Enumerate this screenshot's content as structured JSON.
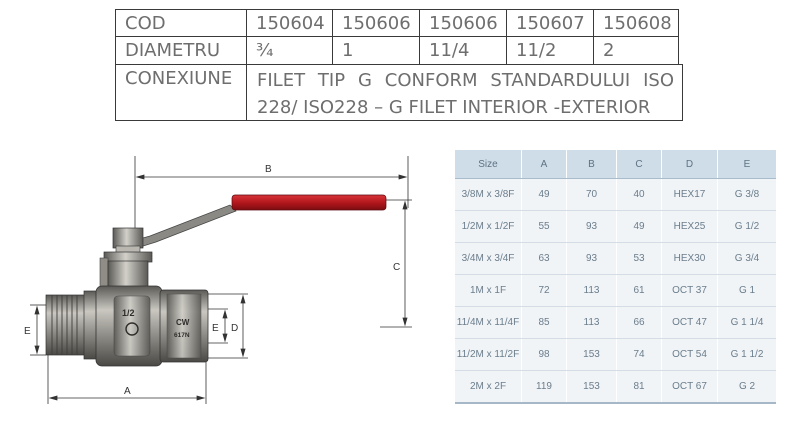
{
  "spec_table": {
    "cod_label": "COD",
    "codes": [
      "150604",
      "150606",
      "150606",
      "150607",
      "150608"
    ],
    "diametru_label": "DIAMETRU",
    "diameters": [
      "¾",
      "1",
      "11/4",
      "11/2",
      "2"
    ],
    "conexiune_label": "CONEXIUNE",
    "conexiune_line1": [
      "FILET",
      "TIP",
      "G",
      "CONFORM",
      "STANDARDULUI",
      "ISO"
    ],
    "conexiune_line2": "228/ ISO228 – G FILET INTERIOR -EXTERIOR"
  },
  "drawing": {
    "dim_labels": {
      "A": "A",
      "B": "B",
      "C": "C",
      "D": "D",
      "E_left": "E",
      "E_right": "E"
    },
    "body_marks": {
      "size": "1/2",
      "brand": "CW",
      "code": "617N"
    },
    "handle_color": "#b3171d",
    "body_color": "#8e8c85"
  },
  "size_table": {
    "headers": [
      "Size",
      "A",
      "B",
      "C",
      "D",
      "E"
    ],
    "rows": [
      [
        "3/8M x 3/8F",
        "49",
        "70",
        "40",
        "HEX17",
        "G 3/8"
      ],
      [
        "1/2M x 1/2F",
        "55",
        "93",
        "49",
        "HEX25",
        "G 1/2"
      ],
      [
        "3/4M x 3/4F",
        "63",
        "93",
        "53",
        "HEX30",
        "G 3/4"
      ],
      [
        "1M x 1F",
        "72",
        "113",
        "61",
        "OCT 37",
        "G 1"
      ],
      [
        "11/4M x 11/4F",
        "85",
        "113",
        "66",
        "OCT 47",
        "G 1 1/4"
      ],
      [
        "11/2M x 11/2F",
        "98",
        "153",
        "74",
        "OCT 54",
        "G 1 1/2"
      ],
      [
        "2M x 2F",
        "119",
        "153",
        "81",
        "OCT 67",
        "G 2"
      ]
    ]
  }
}
